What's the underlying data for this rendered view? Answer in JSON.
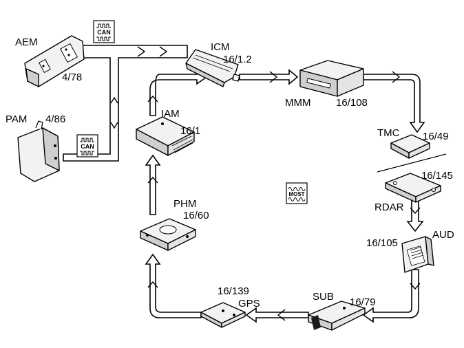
{
  "components": {
    "aem": {
      "name": "AEM",
      "code": "4/78"
    },
    "pam": {
      "name": "PAM",
      "code": "4/86"
    },
    "icm": {
      "name": "ICM",
      "code": "16/1.2"
    },
    "mmm": {
      "name": "MMM",
      "code": "16/108"
    },
    "iam": {
      "name": "IAM",
      "code": "16/1"
    },
    "tmc": {
      "name": "TMC",
      "code": "16/49"
    },
    "rdar": {
      "name": "RDAR",
      "code": "16/145"
    },
    "aud": {
      "name": "AUD",
      "code": "16/105"
    },
    "phm": {
      "name": "PHM",
      "code": "16/60"
    },
    "gps": {
      "name": "GPS",
      "code": "16/139"
    },
    "sub": {
      "name": "SUB",
      "code": "16/79"
    }
  },
  "buses": {
    "can_top": {
      "label": "CAN"
    },
    "can_bottom": {
      "label": "CAN"
    },
    "most": {
      "label": "MOST"
    }
  },
  "colors": {
    "ink": "#000000",
    "paper": "#ffffff",
    "unit_fill": "#f2f2f2",
    "unit_shade": "#cfcfcf"
  }
}
